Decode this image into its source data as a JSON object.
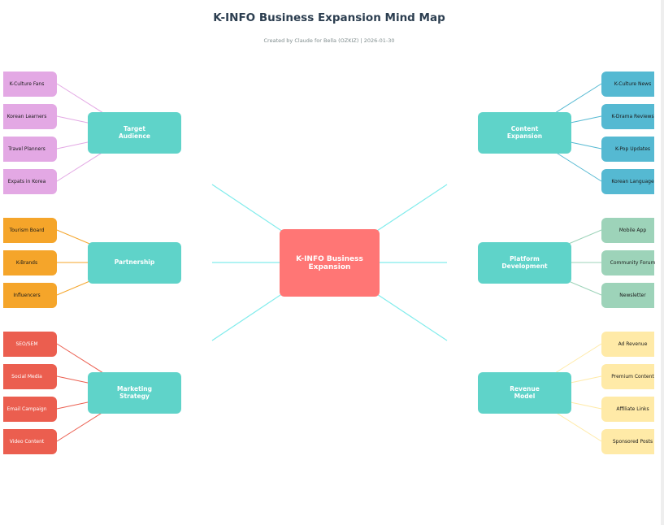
{
  "title": "K-INFO Business Expansion Mind Map",
  "subtitle": "Created by Claude for Bella (OZKIZ) | 2026-01-30",
  "center": {
    "label": "K-INFO Business Expansion"
  },
  "colors": {
    "center": "#ff7675",
    "branch": "#5fd3c9",
    "center_lines": "#81ecec",
    "target_audience": "#e3a8e4",
    "partnership": "#f5a52a",
    "marketing_strategy": "#eb5e4f",
    "content_expansion": "#55b9d2",
    "platform_development": "#9dd3b9",
    "revenue_model": "#ffeaa7"
  },
  "branches": {
    "target_audience": {
      "label": "Target Audience",
      "items": [
        "K-Culture Fans",
        "Korean Learners",
        "Travel Planners",
        "Expats in Korea"
      ]
    },
    "partnership": {
      "label": "Partnership",
      "items": [
        "Tourism Board",
        "K-Brands",
        "Influencers"
      ]
    },
    "marketing_strategy": {
      "label": "Marketing Strategy",
      "items": [
        "SEO/SEM",
        "Social Media",
        "Email Campaign",
        "Video Content"
      ]
    },
    "content_expansion": {
      "label": "Content Expansion",
      "items": [
        "K-Culture News",
        "K-Drama Reviews",
        "K-Pop Updates",
        "Korean Language"
      ]
    },
    "platform_development": {
      "label": "Platform Development",
      "items": [
        "Mobile App",
        "Community Forum",
        "Newsletter"
      ]
    },
    "revenue_model": {
      "label": "Revenue Model",
      "items": [
        "Ad Revenue",
        "Premium Content",
        "Affiliate Links",
        "Sponsored Posts"
      ]
    }
  }
}
